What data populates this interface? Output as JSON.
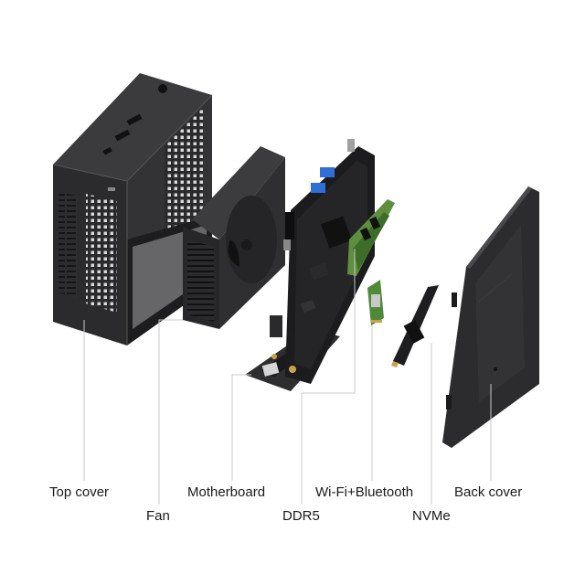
{
  "labels": {
    "top_cover": "Top cover",
    "fan": "Fan",
    "motherboard": "Motherboard",
    "ddr5": "DDR5",
    "wifi_bt": "Wi-Fi+Bluetooth",
    "nvme": "NVMe",
    "back_cover": "Back cover"
  },
  "colors": {
    "case_dark": "#2b2b2d",
    "case_mid": "#3a3a3d",
    "case_light": "#4a4a4e",
    "pcb": "#1c1c1e",
    "ram_green": "#5f8f3e",
    "usb_blue": "#2f6fd6",
    "leader_line": "#c8c8c8"
  }
}
